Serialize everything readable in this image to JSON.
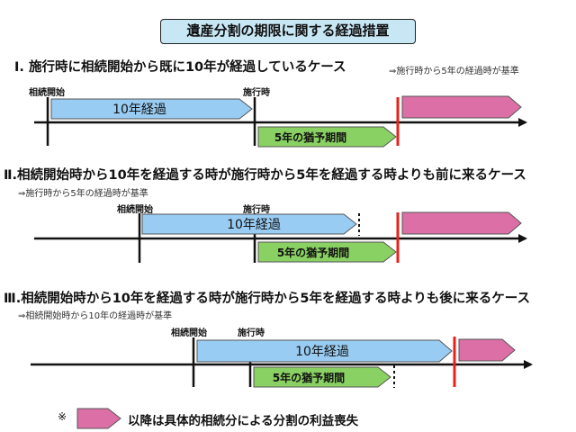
{
  "title": "遺産分割の期限に関する経過措置",
  "cases": [
    {
      "heading": "Ⅰ. 施行時に相続開始から既に10年が経過しているケース",
      "basis": "⇒施行時から5年の経過時が基準",
      "start_label": "相続開始",
      "enforcement_label": "施行時",
      "ten_year_label": "10年経過",
      "grace_label": "5年の猶予期間"
    },
    {
      "heading": "Ⅱ.相続開始時から10年を経過する時が施行時から5年を経過する時よりも前に来るケース",
      "basis": "⇒施行時から5年の経過時が基準",
      "start_label": "相続開始",
      "enforcement_label": "施行時",
      "ten_year_label": "10年経過",
      "grace_label": "5年の猶予期間"
    },
    {
      "heading": "Ⅲ.相続開始時から10年を経過する時が施行時から5年を経過する時よりも後に来るケース",
      "basis": "⇒相続開始時から10年の経過時が基準",
      "start_label": "相続開始",
      "enforcement_label": "施行時",
      "ten_year_label": "10年経過",
      "grace_label": "5年の猶予期間"
    }
  ],
  "footnote": {
    "mark": "※",
    "text": "以降は具体的相続分による分割の利益喪失"
  },
  "colors": {
    "ten_year": "#99ccf2",
    "grace": "#8ad163",
    "loss": "#dc6fa6",
    "deadline": "#e8221b",
    "title_bg": "#c8e7f5"
  }
}
